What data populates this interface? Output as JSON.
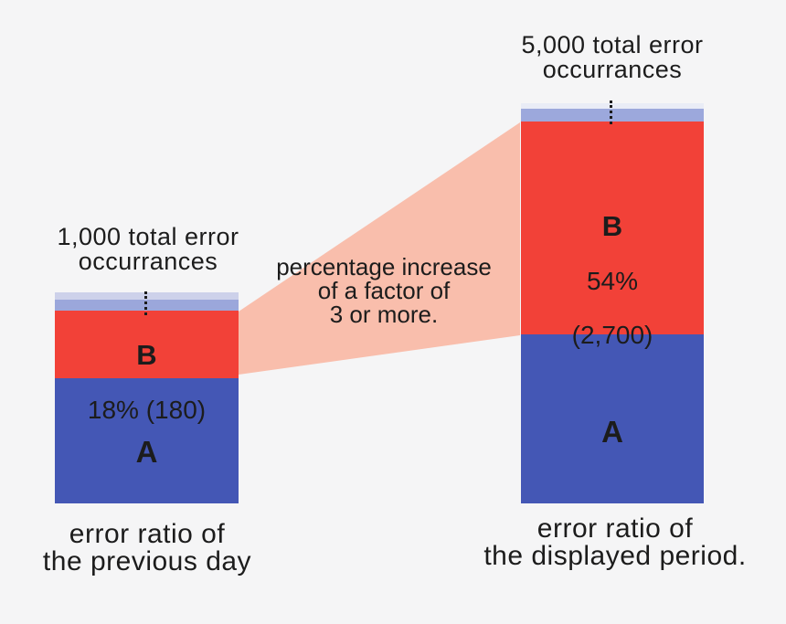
{
  "colors": {
    "background": "#f5f5f6",
    "text": "#1c1c1c",
    "segment_a_blue": "#4457b5",
    "segment_b_red": "#f24138",
    "segment_other_light": "#cdd1ea",
    "segment_other_lighter": "#e9ecf6",
    "segment_other_medium": "#9ba7db",
    "segment_other_medium2": "#9ca8dc",
    "wedge_pink": "#f9beac"
  },
  "left_chart": {
    "total_label": "1,000 total error\noccurrances",
    "segment_b_name": "B",
    "segment_b_value": "18% (180)",
    "segment_a_name": "A",
    "caption": "error ratio of\nthe previous day",
    "truncation_marker": "vertical-ellipsis"
  },
  "right_chart": {
    "total_label": "5,000 total error\noccurrances",
    "segment_b_name": "B",
    "segment_b_percent": "54%",
    "segment_b_count": "(2,700)",
    "segment_a_name": "A",
    "caption": "error ratio of\nthe displayed period.",
    "truncation_marker": "vertical-ellipsis"
  },
  "annotation": {
    "text": "percentage increase\nof a factor of\n3 or more."
  },
  "chart_data": {
    "type": "bar",
    "stacked": true,
    "orientation": "vertical",
    "categories": [
      "error ratio of the previous day",
      "error ratio of the displayed period."
    ],
    "totals": [
      1000,
      5000
    ],
    "totals_labels": [
      "1,000 total error occurrances",
      "5,000 total error occurrances"
    ],
    "series": [
      {
        "name": "A",
        "color": "#4457b5",
        "values": [
          null,
          null
        ],
        "note": "value not labeled in figure"
      },
      {
        "name": "B",
        "color": "#f24138",
        "values": [
          180,
          2700
        ],
        "percents": [
          "18%",
          "54%"
        ]
      },
      {
        "name": "other (truncated, shown with dotted ellipsis)",
        "color": "#9ba7db",
        "values": [
          null,
          null
        ]
      }
    ],
    "annotations": [
      "percentage increase of a factor of 3 or more."
    ],
    "legend": "none",
    "axes": "none (free-floating stacked bars with captions)"
  }
}
